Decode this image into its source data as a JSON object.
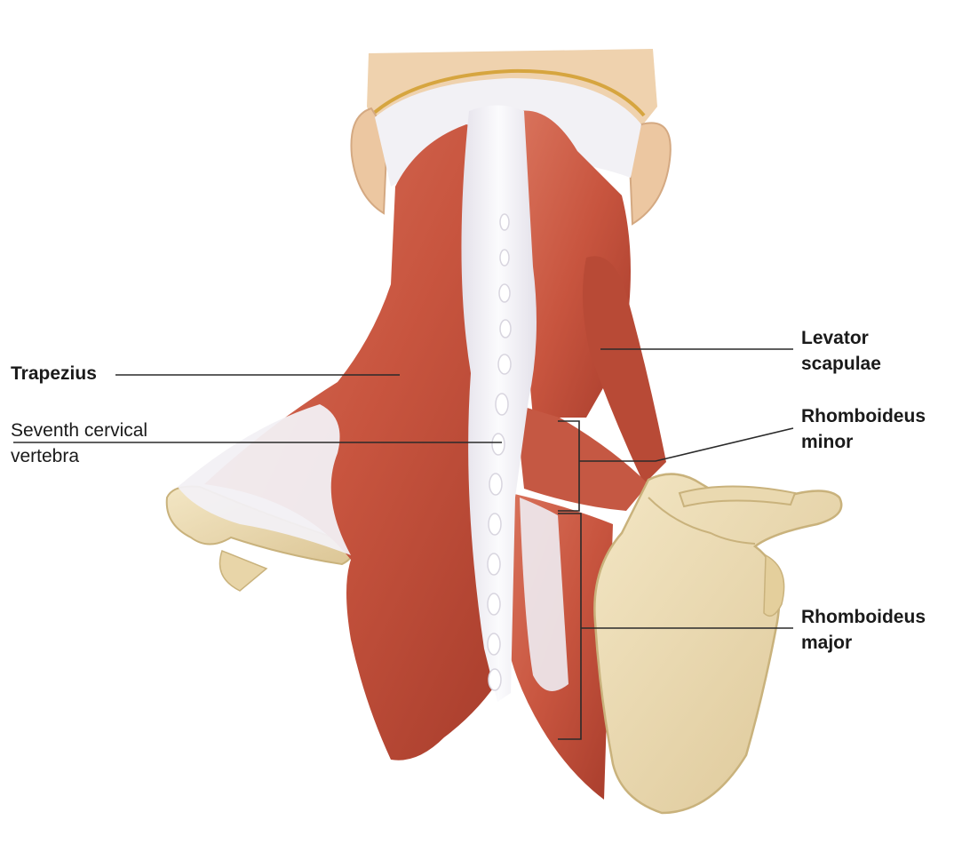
{
  "figure": {
    "colors": {
      "muscle": "#c8553f",
      "muscle_dark": "#a33a2a",
      "tendon": "#f1eff3",
      "bone": "#ead9b0",
      "bone_edge": "#c9b27c",
      "skin": "#efd2ae",
      "leader_line": "#2a2a2a"
    },
    "labels": {
      "trapezius": {
        "line1": "Trapezius"
      },
      "c7": {
        "line1": "Seventh cervical",
        "line2": "vertebra"
      },
      "levator": {
        "line1": "Levator",
        "line2": "scapulae"
      },
      "rhomboid_minor": {
        "line1": "Rhomboideus",
        "line2": "minor"
      },
      "rhomboid_major": {
        "line1": "Rhomboideus",
        "line2": "major"
      }
    }
  }
}
